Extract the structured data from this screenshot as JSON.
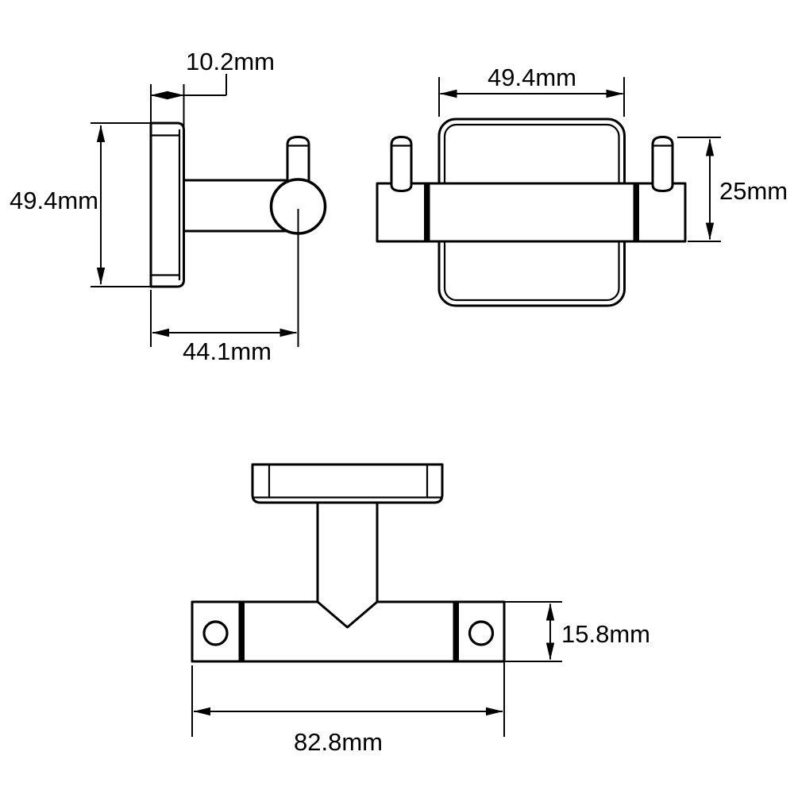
{
  "page": {
    "background": "#ffffff",
    "ink": "#000000"
  },
  "drawing": {
    "kind": "technical-dimension-diagram",
    "subject": "wall hook",
    "views": {
      "side_view": {
        "plate_thickness": "10.2mm",
        "plate_height": "49.4mm",
        "projection_depth": "44.1mm"
      },
      "front_view": {
        "plate_width": "49.4mm",
        "hook_height": "25mm"
      },
      "top_view": {
        "rail_depth": "15.8mm",
        "rail_length": "82.8mm"
      }
    }
  }
}
